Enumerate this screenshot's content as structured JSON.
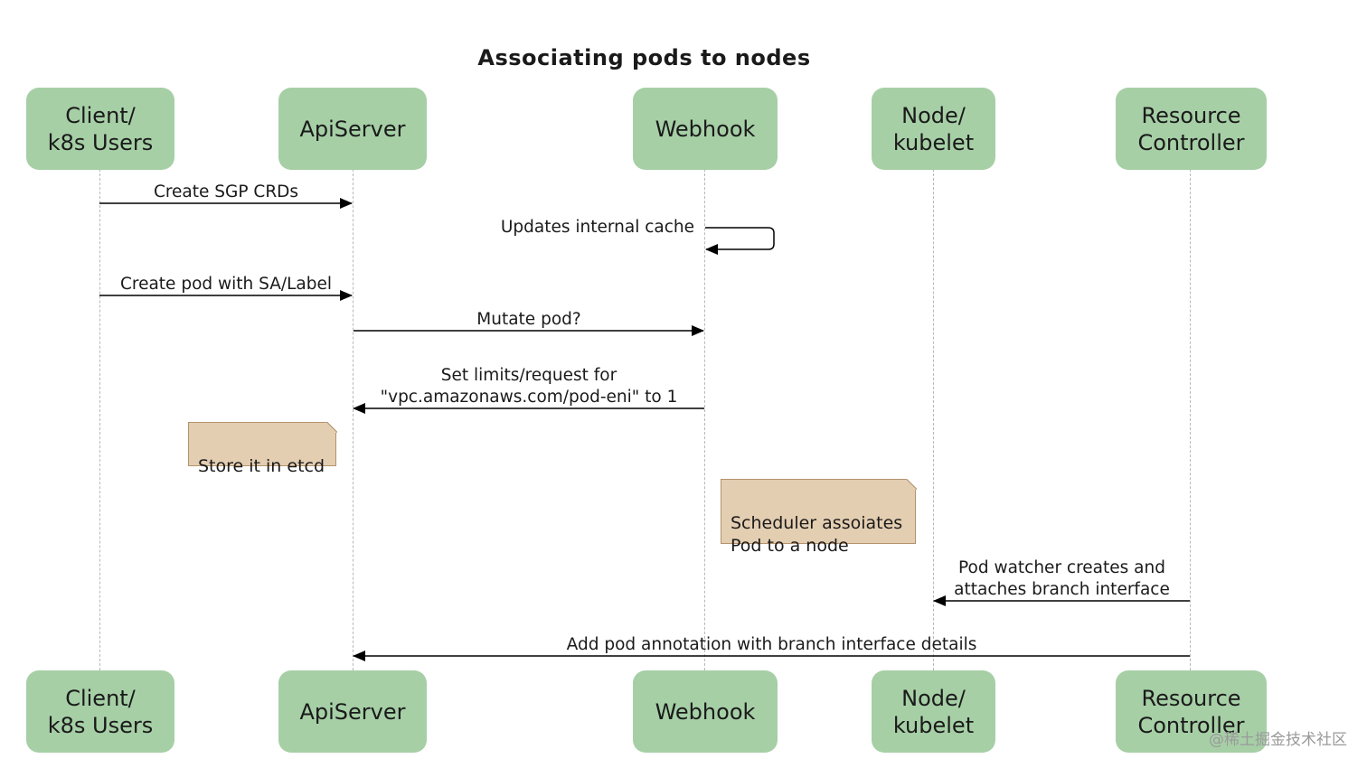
{
  "title": "Associating pods to nodes",
  "actors": {
    "client": "Client/\nk8s Users",
    "apiserver": "ApiServer",
    "webhook": "Webhook",
    "node": "Node/\nkubelet",
    "controller": "Resource\nController"
  },
  "messages": {
    "m1": "Create SGP CRDs",
    "m2": "Updates internal cache",
    "m3": "Create pod with SA/Label",
    "m4": "Mutate pod?",
    "m5": "Set limits/request for\n\"vpc.amazonaws.com/pod-eni\" to 1",
    "m6": "Pod watcher creates and\nattaches branch interface",
    "m7": "Add pod annotation with branch interface details"
  },
  "notes": {
    "n1": "Store it in etcd",
    "n2": "Scheduler assoiates\nPod to a node"
  },
  "watermark": "@稀土掘金技术社区",
  "colors": {
    "actor_fill": "#a6cfa6",
    "note_fill": "#e4ceb2",
    "note_border": "#b4926c",
    "lifeline": "#b8b8b8"
  }
}
